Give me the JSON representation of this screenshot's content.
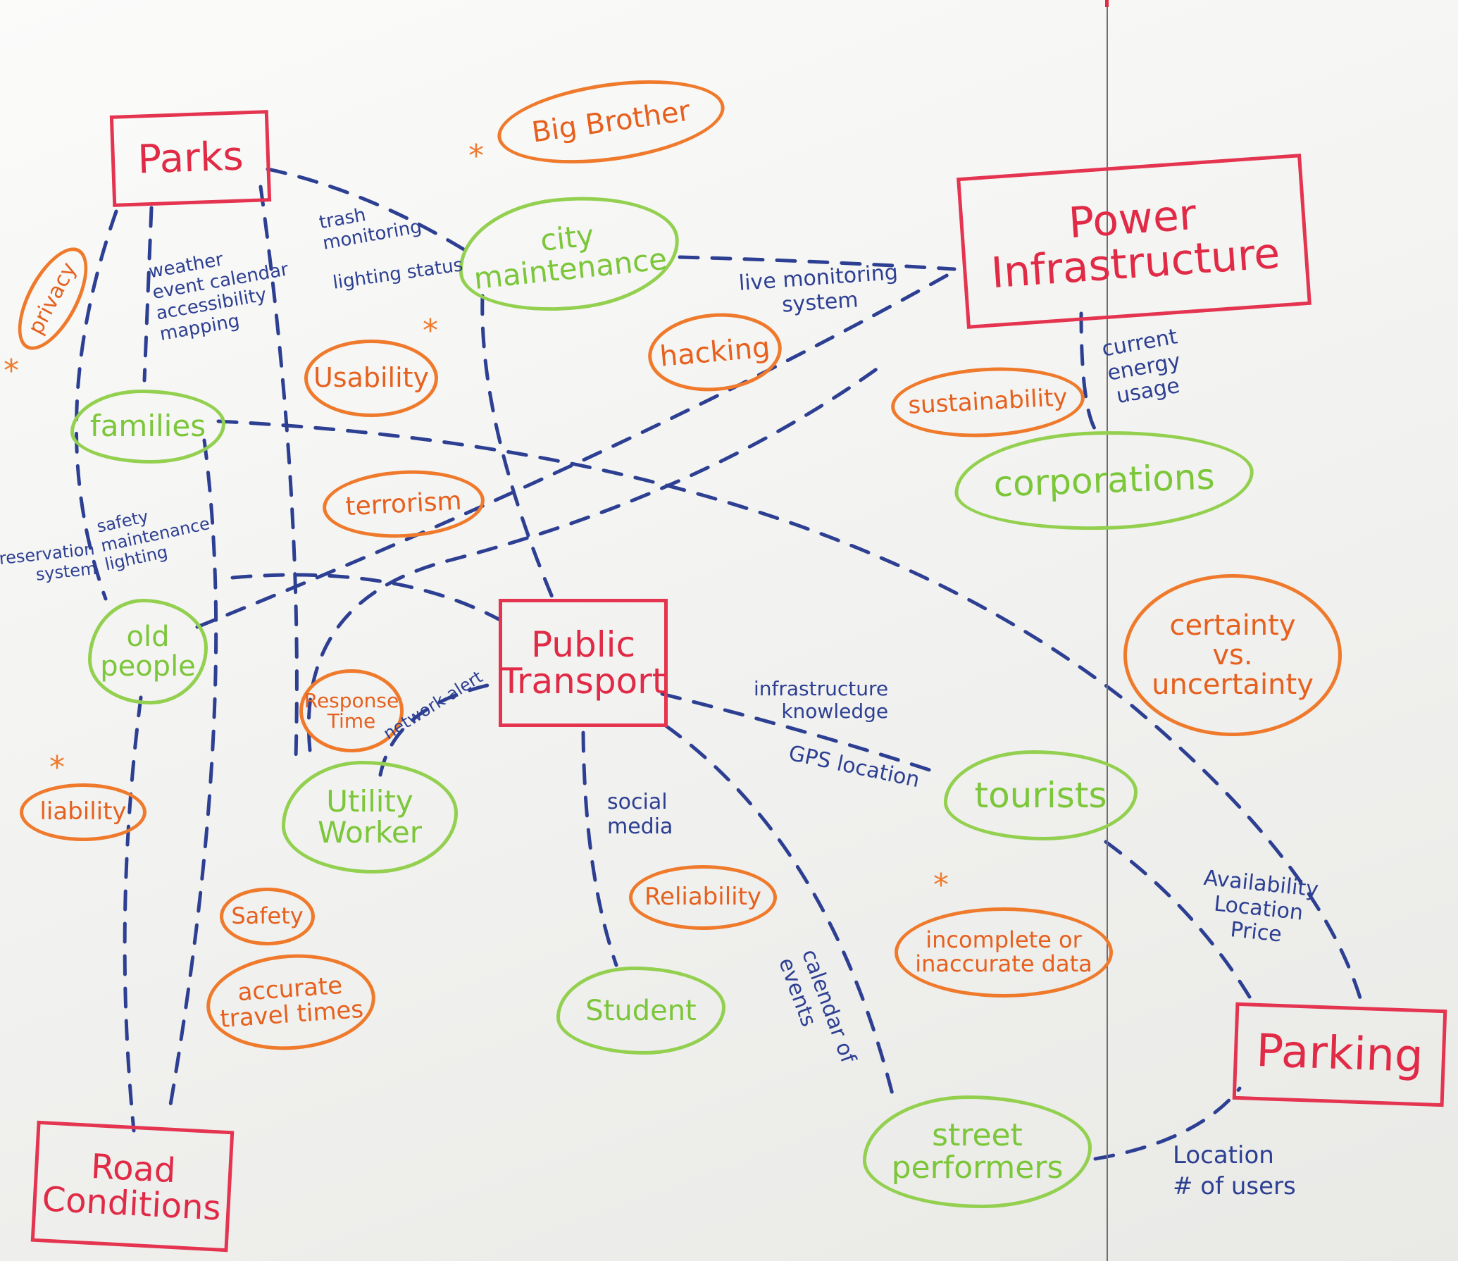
{
  "colors": {
    "board": "#f3f3f1",
    "connector_marker": "#2d3f92",
    "box_marker": "#e43450",
    "cloud_marker": "#93d04f",
    "oval_marker": "#ef7a2c"
  },
  "boxes": {
    "parks": "Parks",
    "power_infrastructure": "Power\nInfrastructure",
    "public_transport": "Public\nTransport",
    "road_conditions": "Road\nConditions",
    "parking": "Parking"
  },
  "clouds": {
    "city_maintenance": "city\nmaintenance",
    "families": "families",
    "old_people": "old\npeople",
    "utility_worker": "Utility\nWorker",
    "corporations": "corporations",
    "tourists": "tourists",
    "student": "Student",
    "street_performers": "street\nperformers"
  },
  "concerns": {
    "big_brother": "Big Brother",
    "privacy": "privacy",
    "usability": "Usability",
    "terrorism": "terrorism",
    "hacking": "hacking",
    "sustainability": "sustainability",
    "certainty": "certainty\nvs.\nuncertainty",
    "response_time": "Response\nTime",
    "liability": "liability",
    "safety": "Safety",
    "accurate_travel_times": "accurate\ntravel times",
    "reliability": "Reliability",
    "incomplete_data": "incomplete or\ninaccurate data"
  },
  "annotations": {
    "trash": "trash\nmonitoring",
    "lighting_status": "lighting status",
    "weather": "weather\nevent calendar\naccessibility\nmapping",
    "live_monitoring": "live monitoring\nsystem",
    "current_energy": "current\nenergy\nusage",
    "safety_maintenance": "safety\nmaintenance\nlighting",
    "reservation": "reservation\nsystem",
    "network_alert": "network alert",
    "infrastructure_knowledge": "infrastructure\nknowledge",
    "gps": "GPS location",
    "social_media": "social\nmedia",
    "calendar_events": "calendar of\nevents",
    "availability": "Availability\nLocation\nPrice",
    "location_users": "Location\n# of users"
  },
  "star_symbol": "*"
}
